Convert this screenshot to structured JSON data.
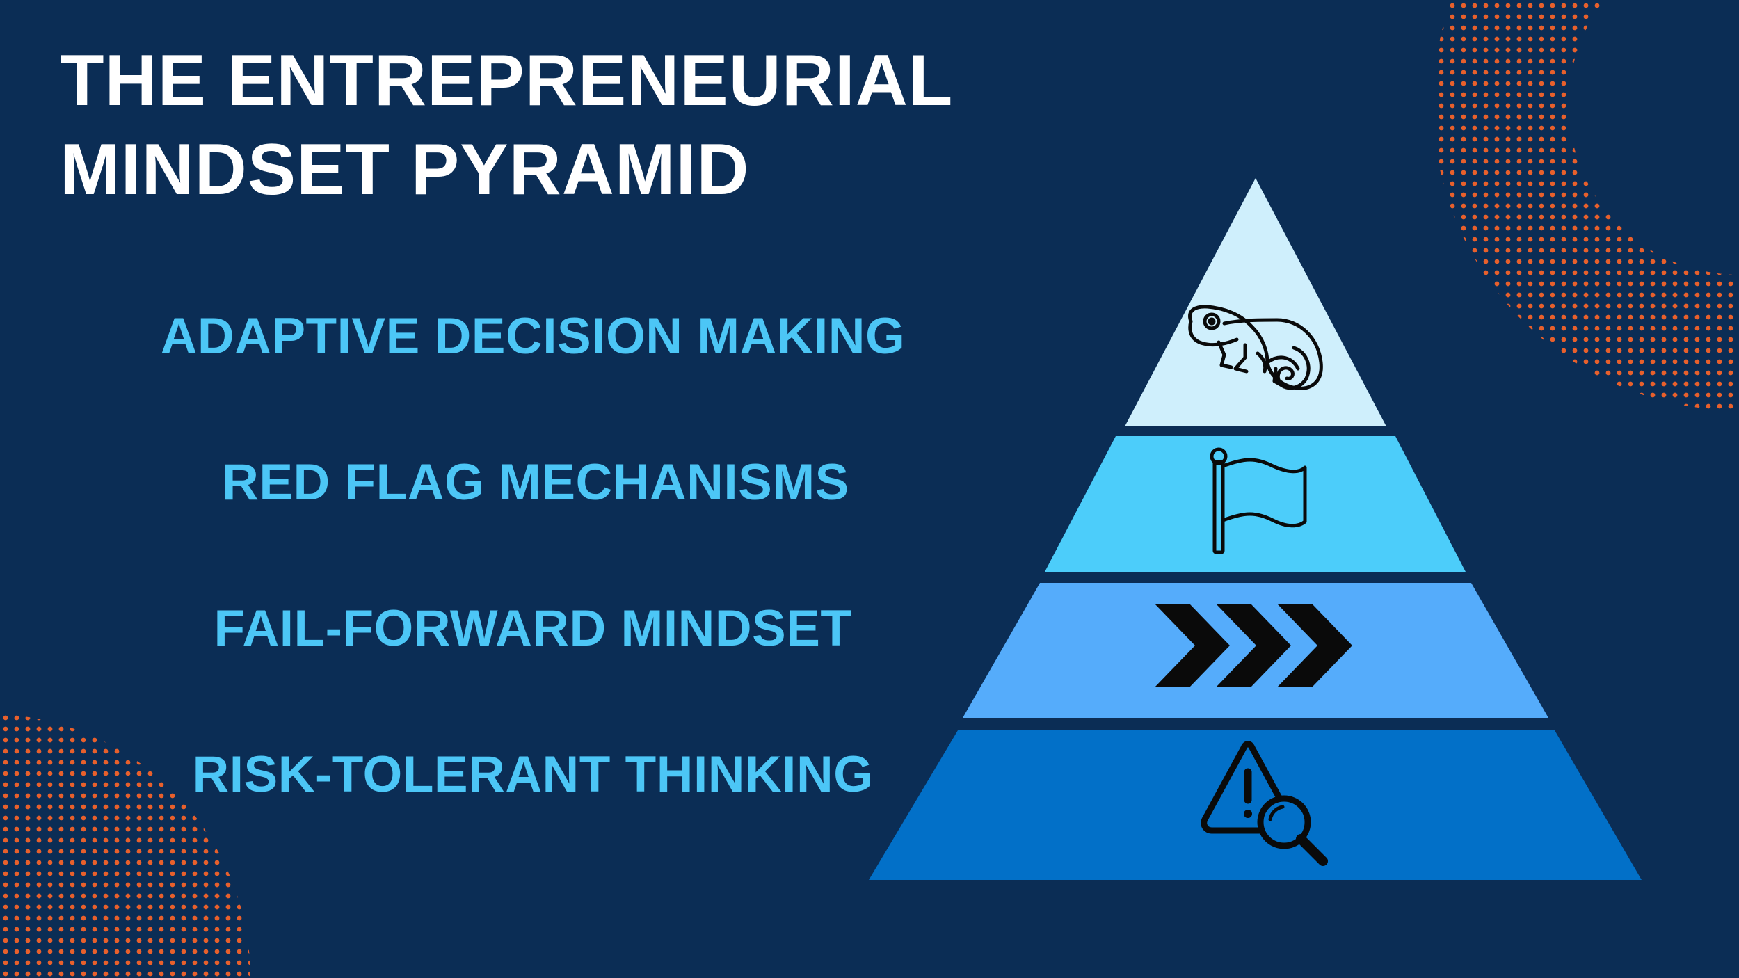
{
  "title": {
    "line1": "THE ENTREPRENEURIAL",
    "line2": "MINDSET PYRAMID"
  },
  "levels": [
    {
      "label": "ADAPTIVE DECISION MAKING",
      "icon": "chameleon-icon",
      "color": "#cfeffc"
    },
    {
      "label": "RED FLAG MECHANISMS",
      "icon": "flag-icon",
      "color": "#4ccdfa"
    },
    {
      "label": "FAIL-FORWARD MINDSET",
      "icon": "chevrons-right-icon",
      "color": "#55acfb"
    },
    {
      "label": "RISK-TOLERANT THINKING",
      "icon": "warning-search-icon",
      "color": "#0270c8"
    }
  ],
  "colors": {
    "background": "#0b2d55",
    "title": "#ffffff",
    "label": "#4cc6f6",
    "dots": "#e8602c",
    "icon_stroke": "#0a0a0a"
  }
}
